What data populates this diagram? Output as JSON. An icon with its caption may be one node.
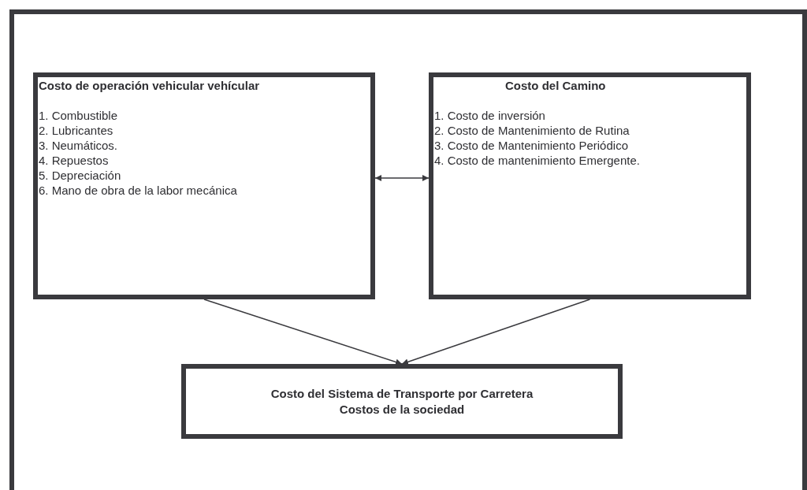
{
  "diagram": {
    "nodes": [
      {
        "text": [
          "Costo de operación vehicular vehícular",
          "1. Combustible",
          "2. Lubricantes",
          "3. Neumáticos.",
          "4. Repuestos",
          "5. Depreciación",
          "6. Mano de obra de la labor mecánica"
        ]
      },
      {
        "text": [
          "Costo del Camino",
          "1. Costo de inversión",
          "2. Costo de Mantenimiento de Rutina",
          "3. Costo de Mantenimiento Periódico",
          "4. Costo de mantenimiento Emergente."
        ]
      },
      {
        "text": [
          "Costo del Sistema de Transporte por Carretera",
          "Costos de la sociedad"
        ]
      }
    ],
    "edges": [
      {
        "from": 0,
        "to": 1,
        "arrow": "both"
      },
      {
        "from": 0,
        "to": 2,
        "arrow": "to"
      },
      {
        "from": 1,
        "to": 2,
        "arrow": "to"
      }
    ]
  }
}
